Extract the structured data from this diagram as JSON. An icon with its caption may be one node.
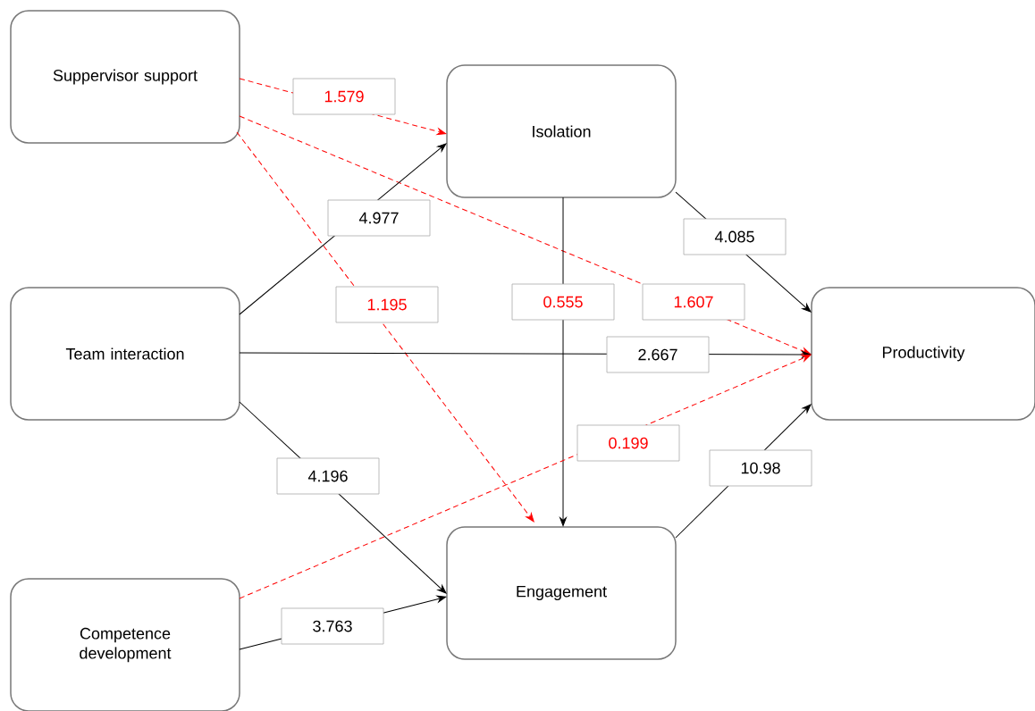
{
  "diagram": {
    "nodes": [
      {
        "text": [
          "Suppervisor support"
        ]
      },
      {
        "text": [
          "Isolation"
        ]
      },
      {
        "text": [
          "Team interaction"
        ]
      },
      {
        "text": [
          "Productivity"
        ]
      },
      {
        "text": [
          "Engagement"
        ]
      },
      {
        "text": [
          "Competence development"
        ]
      }
    ],
    "edges": [
      {
        "from": 0,
        "to": 1,
        "arrow": "to",
        "label": "1.579",
        "style": "dashed",
        "color": "#ff0000"
      },
      {
        "from": 0,
        "to": 3,
        "arrow": "to",
        "label": "1.607",
        "style": "dashed",
        "color": "#ff0000"
      },
      {
        "from": 0,
        "to": 4,
        "arrow": "to",
        "label": "1.195",
        "style": "dashed",
        "color": "#ff0000"
      },
      {
        "from": 2,
        "to": 1,
        "arrow": "to",
        "label": "4.977"
      },
      {
        "from": 2,
        "to": 3,
        "arrow": "to",
        "label": "2.667"
      },
      {
        "from": 2,
        "to": 4,
        "arrow": "to",
        "label": "4.196"
      },
      {
        "from": 1,
        "to": 4,
        "arrow": "to",
        "label": "0.555"
      },
      {
        "from": 1,
        "to": 3,
        "arrow": "to",
        "label": "4.085"
      },
      {
        "from": 5,
        "to": 3,
        "arrow": "to",
        "label": "0.199",
        "style": "dashed",
        "color": "#ff0000"
      },
      {
        "from": 5,
        "to": 4,
        "arrow": "to",
        "label": "3.763"
      },
      {
        "from": 4,
        "to": 3,
        "arrow": "to",
        "label": "10.98"
      }
    ]
  }
}
